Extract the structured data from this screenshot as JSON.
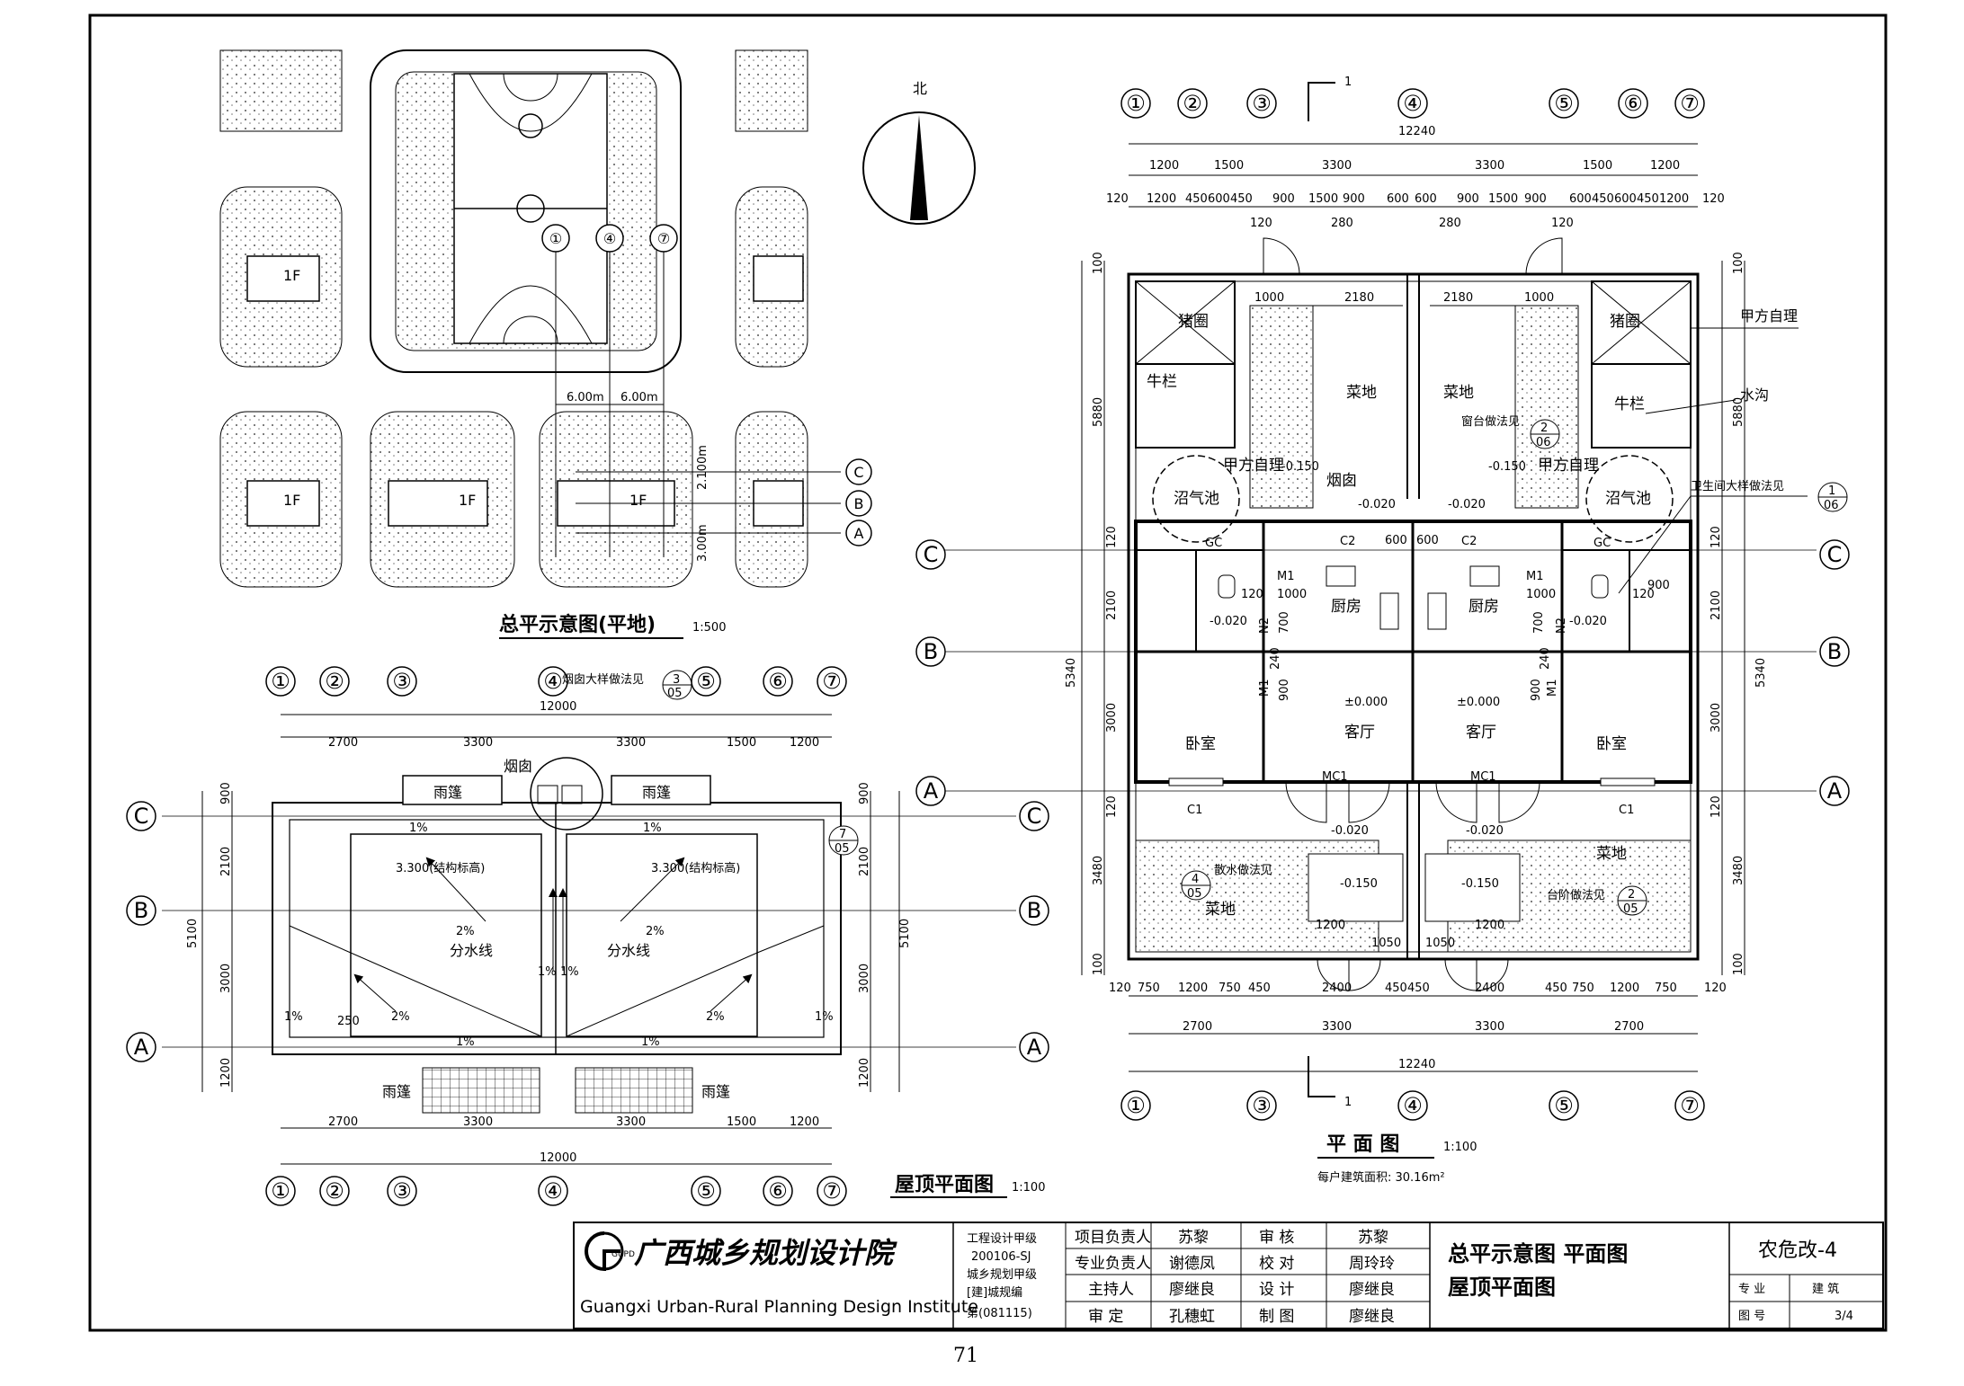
{
  "north_label": "北",
  "site_plan": {
    "title": "总平示意图(平地)",
    "scale": "1:500",
    "unit_label": "1F",
    "dim_6m": "6.00m",
    "dim_2100": "2.100m",
    "dim_3000": "3.00m",
    "axes_top": [
      "①",
      "④",
      "⑦"
    ],
    "axes_side": [
      "C",
      "B",
      "A"
    ]
  },
  "roof_plan": {
    "title": "屋顶平面图",
    "scale": "1:100",
    "axes": [
      "①",
      "②",
      "③",
      "④",
      "⑤",
      "⑥",
      "⑦"
    ],
    "rows": [
      "C",
      "B",
      "A"
    ],
    "total": "12000",
    "spans": [
      "2700",
      "3300",
      "3300",
      "1500",
      "1200"
    ],
    "vspans_left": [
      "900",
      "2100",
      "3000",
      "1200"
    ],
    "vtotal": "5100",
    "chimney_note": "烟囱大样做法见",
    "chimney_ref_num": "3",
    "chimney_ref_sheet": "05",
    "chimney": "烟囱",
    "canopy": "雨篷",
    "roof_elev": "3.300(结构标高)",
    "divide_line": "分水线",
    "slope_2": "2%",
    "slope_1": "1%",
    "dim_250": "250",
    "ref7_num": "7",
    "ref7_sheet": "05"
  },
  "floor_plan": {
    "title": "平 面 图",
    "scale": "1:100",
    "area_note": "每户建筑面积: 30.16m²",
    "axes_top": [
      "①",
      "②",
      "③",
      "④",
      "⑤",
      "⑥",
      "⑦"
    ],
    "axes_bottom": [
      "①",
      "③",
      "④",
      "⑤",
      "⑦"
    ],
    "rows": [
      "C",
      "B",
      "A"
    ],
    "section_mark": "1",
    "total": "12240",
    "top_spans": [
      "1200",
      "1500",
      "3300",
      "3300",
      "1500",
      "1200"
    ],
    "top_detail": [
      "120",
      "1200",
      "450",
      "600",
      "450",
      "900",
      "1500",
      "900",
      "600",
      "600",
      "900",
      "1500",
      "900",
      "600",
      "450",
      "600",
      "450",
      "1200",
      "120"
    ],
    "wall_marks": [
      "120",
      "280",
      "280",
      "120"
    ],
    "bottom_detail": [
      "120",
      "750",
      "1200",
      "750",
      "450",
      "2400",
      "450",
      "450",
      "2400",
      "450",
      "750",
      "1200",
      "750",
      "120"
    ],
    "bottom_spans": [
      "2700",
      "3300",
      "3300",
      "2700"
    ],
    "left_vdims": [
      "100",
      "5880",
      "120",
      "2100",
      "5340",
      "3000",
      "120",
      "3480",
      "100"
    ],
    "rooms": {
      "pig": "猪圈",
      "cattle": "牛栏",
      "veg": "菜地",
      "biogas": "沼气池",
      "self": "甲方自理",
      "chimney": "烟囱",
      "kitchen": "厨房",
      "living": "客厅",
      "bedroom": "卧室"
    },
    "labels": {
      "gc": "GC",
      "m1": "M1",
      "n2": "N2",
      "c2": "C2",
      "c1": "C1",
      "mc1": "MC1",
      "d1000": "1000",
      "d2180": "2180",
      "d900": "900",
      "d600": "600",
      "d240": "240",
      "d700": "700",
      "d120": "120",
      "d1200": "1200",
      "d1050": "1050",
      "zero": "±0.000",
      "m020": "-0.020",
      "m150": "-0.150"
    },
    "notes": {
      "self_managed": "甲方自理",
      "ditch": "水沟",
      "window_sill": "窗台做法见",
      "wc_detail": "卫生间大样做法见",
      "apron": "散水做法见",
      "steps": "台阶做法见"
    },
    "refs": [
      {
        "num": "2",
        "sheet": "06"
      },
      {
        "num": "1",
        "sheet": "06"
      },
      {
        "num": "4",
        "sheet": "05"
      },
      {
        "num": "2",
        "sheet": "05"
      }
    ]
  },
  "title_block": {
    "logo_cn": "广西城乡规划设计院",
    "logo_en": "Guangxi Urban-Rural Planning Design Institute",
    "logo_mark": "GUPD",
    "cert": [
      "工程设计甲级",
      "200106-SJ",
      "城乡规划甲级",
      "[建]城规编",
      "第(081115)"
    ],
    "roles_left": [
      "项目负责人",
      "专业负责人",
      "主持人",
      "审  定"
    ],
    "names_left": [
      "苏黎",
      "谢德凤",
      "廖继良",
      "孔穗虹"
    ],
    "roles_right": [
      "审  核",
      "校  对",
      "设  计",
      "制  图"
    ],
    "names_right": [
      "苏黎",
      "周玲玲",
      "廖继良",
      "廖继良"
    ],
    "drawing_title_1": "总平示意图   平面图",
    "drawing_title_2": "屋顶平面图",
    "project": "农危改-4",
    "major_label": "专 业",
    "major": "建 筑",
    "sheet_label": "图 号",
    "sheet_no": "3/4"
  },
  "page_number": "71"
}
